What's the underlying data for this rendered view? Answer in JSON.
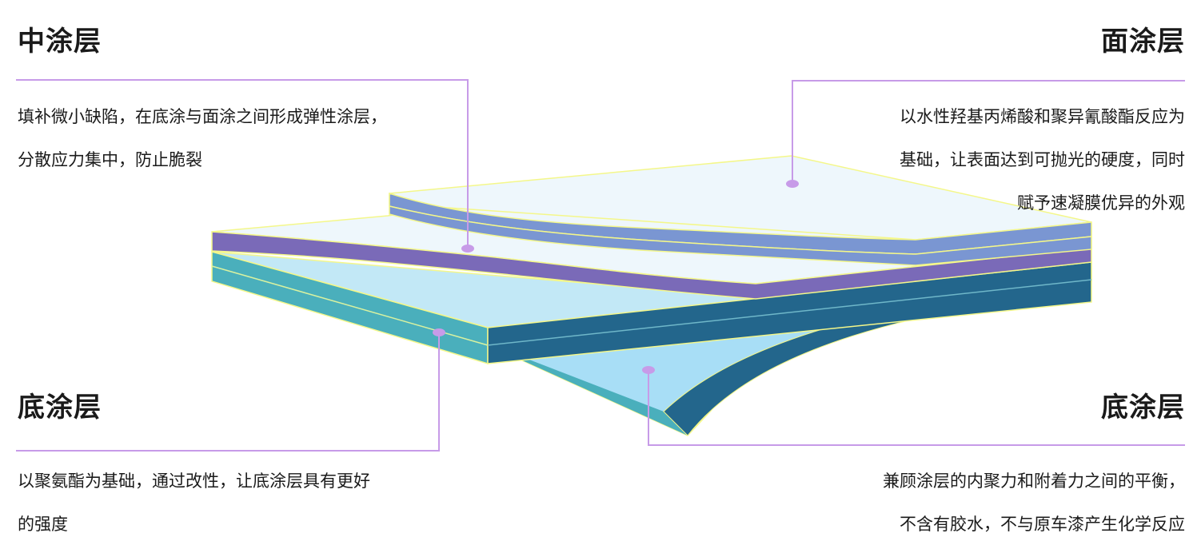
{
  "labels": {
    "middle": {
      "title": "中涂层",
      "lines": [
        "填补微小缺陷，在底涂与面涂之间形成弹性涂层，",
        "分散应力集中，防止脆裂"
      ]
    },
    "top": {
      "title": "面涂层",
      "lines": [
        "以水性羟基丙烯酸和聚异氰酸酯反应为",
        "基础，让表面达到可抛光的硬度，同时",
        "赋予速凝膜优异的外观"
      ]
    },
    "base_left": {
      "title": "底涂层",
      "lines": [
        "以聚氨酯为基础，通过改性，让底涂层具有更好",
        "的强度"
      ]
    },
    "base_right": {
      "title": "底涂层",
      "lines": [
        "兼顾涂层的内聚力和附着力之间的平衡，",
        "不含有胶水，不与原车漆产生化学反应"
      ]
    }
  },
  "colors": {
    "callout_line": "#c79be8",
    "callout_dot": "#c79be8",
    "top_edge": "#7a96d2",
    "middle_edge": "#7a6ab8",
    "base_edge_light": "#4aafbc",
    "base_edge_dark": "#23668c",
    "surface_light": "#eef7fc",
    "surface_blue": "#bfe6f5",
    "outline": "#f4f78a"
  }
}
